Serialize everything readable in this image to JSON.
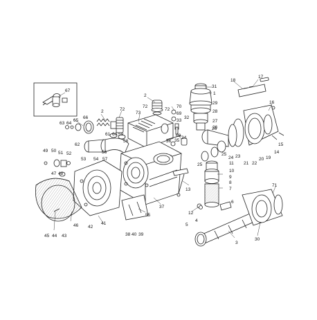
{
  "diagram": {
    "title": "",
    "callouts": {
      "c1": "1",
      "c2a": "2",
      "c2b": "2",
      "c3": "3",
      "c4": "4",
      "c5": "5",
      "c6": "6",
      "c7": "7",
      "c8": "8",
      "c9": "9",
      "c10": "10",
      "c11": "11",
      "c12": "12",
      "c13": "13",
      "c14": "14",
      "c15": "15",
      "c16": "16",
      "c17": "17",
      "c18": "18",
      "c19": "19",
      "c20": "20",
      "c21": "21",
      "c22": "22",
      "c23": "23",
      "c24": "24",
      "c25a": "25",
      "c25b": "25",
      "c26": "26",
      "c27": "27",
      "c28": "28",
      "c29": "29",
      "c30": "30",
      "c31": "31",
      "c32": "32",
      "c33": "33",
      "c34": "34",
      "c35": "35",
      "c36": "36",
      "c37": "37",
      "c38": "38",
      "c39": "39",
      "c40": "40",
      "c41": "41",
      "c42": "42",
      "c43": "43",
      "c44": "44",
      "c45": "45",
      "c46": "46",
      "c47": "47",
      "c48": "48",
      "c49": "49",
      "c50": "50",
      "c51": "51",
      "c52": "52",
      "c53": "53",
      "c54": "54",
      "c55": "55",
      "c56": "56",
      "c57": "57",
      "c58": "58",
      "c59": "59",
      "c60": "60",
      "c61": "61",
      "c62": "62",
      "c63": "63",
      "c64": "64",
      "c65": "65",
      "c66": "66",
      "c67": "67",
      "c68": "68",
      "c69": "69",
      "c70": "70",
      "c71": "71",
      "c72a": "72",
      "c72b": "72",
      "c73": "73"
    }
  }
}
